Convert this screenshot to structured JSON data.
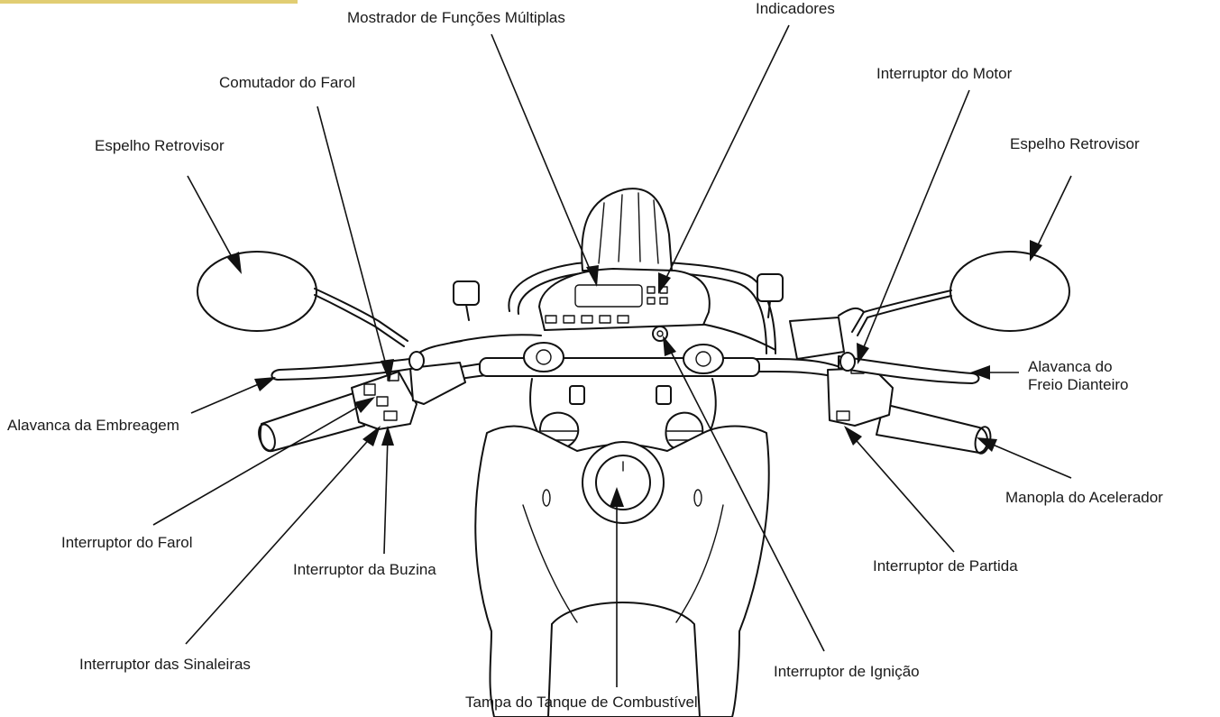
{
  "labels": {
    "mostrador": "Mostrador de Funções Múltiplas",
    "indicadores": "Indicadores",
    "comutador_farol": "Comutador do Farol",
    "interruptor_motor": "Interruptor do Motor",
    "espelho_esq": "Espelho Retrovisor",
    "espelho_dir": "Espelho Retrovisor",
    "alavanca_freio_1": "Alavanca do",
    "alavanca_freio_2": "Freio Dianteiro",
    "alavanca_embreagem": "Alavanca da Embreagem",
    "manopla_acelerador": "Manopla do Acelerador",
    "interruptor_farol": "Interruptor do Farol",
    "interruptor_buzina": "Interruptor da Buzina",
    "interruptor_partida": "Interruptor de Partida",
    "interruptor_sinaleiras": "Interruptor das Sinaleiras",
    "interruptor_ignicao": "Interruptor de Ignição",
    "tampa_tanque": "Tampa do Tanque de Combustível"
  },
  "colors": {
    "ink": "#111111",
    "corner_accent": "#c8a400"
  }
}
